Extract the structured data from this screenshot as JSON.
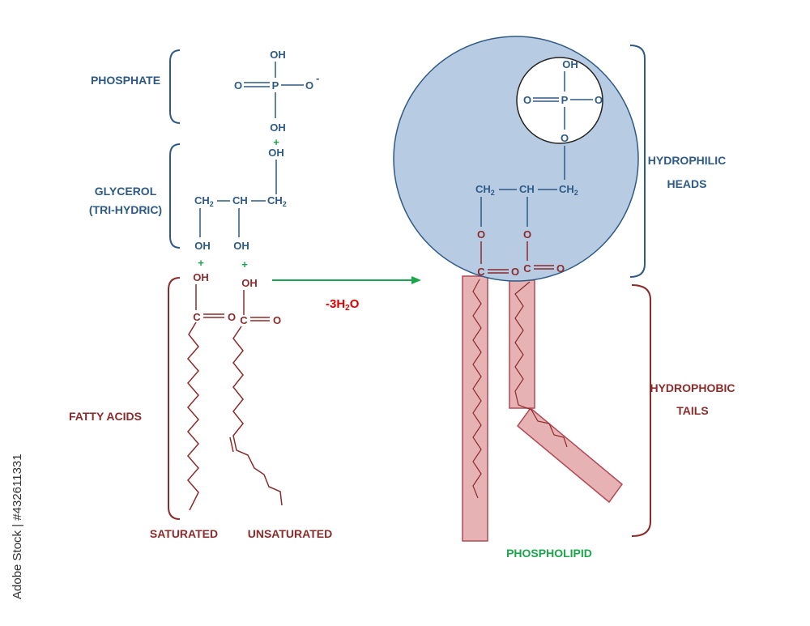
{
  "colors": {
    "blue": "#2e5a86",
    "red": "#8b2b2b",
    "green": "#1aa64b",
    "bright_red": "#e00000",
    "head_fill": "#b7cbe3",
    "tail_fill": "#e6b2b4",
    "tail_stroke": "#b24a55"
  },
  "labels": {
    "phosphate": "PHOSPHATE",
    "glycerol_line1": "GLYCEROL",
    "glycerol_line2": "(TRI-HYDRIC)",
    "fatty_acids": "FATTY ACIDS",
    "saturated": "SATURATED",
    "unsaturated": "UNSATURATED",
    "water_loss": "-3H",
    "water_sub": "2",
    "water_o": "O",
    "hydrophilic_line1": "HYDROPHILIC",
    "hydrophilic_line2": "HEADS",
    "hydrophobic_line1": "HYDROPHOBIC",
    "hydrophobic_line2": "TAILS",
    "phospholipid": "PHOSPHOLIPID"
  },
  "chem": {
    "oh": "OH",
    "o": "O",
    "p": "P",
    "o_minus": "O",
    "minus": "-",
    "plus": "+",
    "c": "C",
    "ch2": "CH",
    "ch": "CH",
    "sub2": "2"
  },
  "watermark": {
    "text": "Adobe Stock | #432611331"
  }
}
